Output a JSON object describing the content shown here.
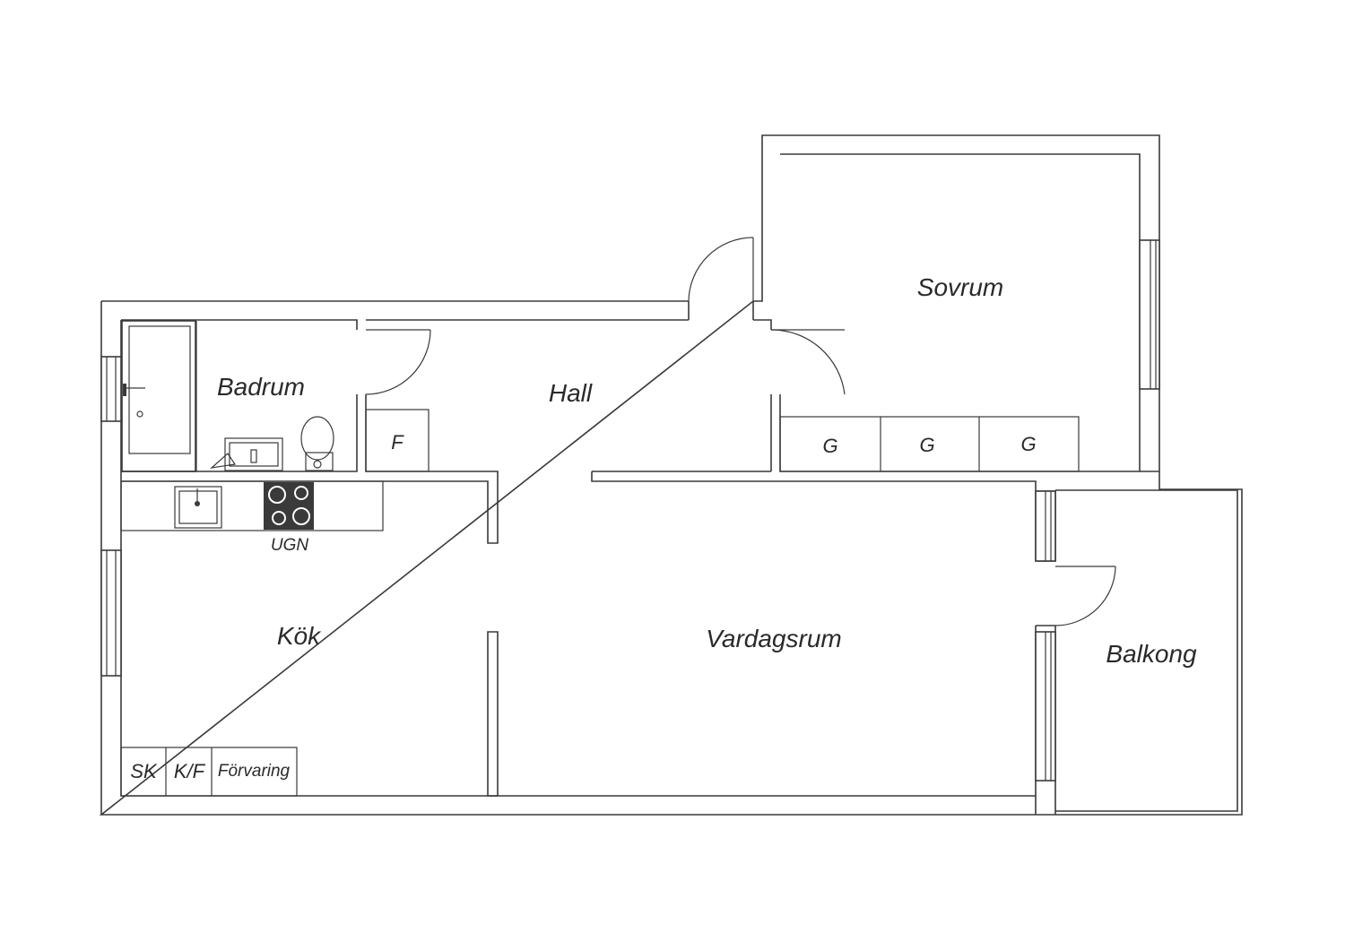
{
  "rooms": {
    "sovrum": "Sovrum",
    "badrum": "Badrum",
    "hall": "Hall",
    "kok": "Kök",
    "vardagsrum": "Vardagsrum",
    "balkong": "Balkong"
  },
  "fixtures": {
    "f": "F",
    "g1": "G",
    "g2": "G",
    "g3": "G",
    "ugn": "UGN",
    "sk": "SK",
    "kf": "K/F",
    "forvaring": "Förvaring"
  },
  "icons": [
    "bathtub-icon",
    "toilet-icon",
    "washbasin-icon",
    "kitchen-sink-icon",
    "stove-icon",
    "door-swing-icon",
    "window-icon"
  ],
  "colors": {
    "line": "#3a3a3a",
    "background": "#ffffff",
    "stove": "#3a3a3a"
  }
}
